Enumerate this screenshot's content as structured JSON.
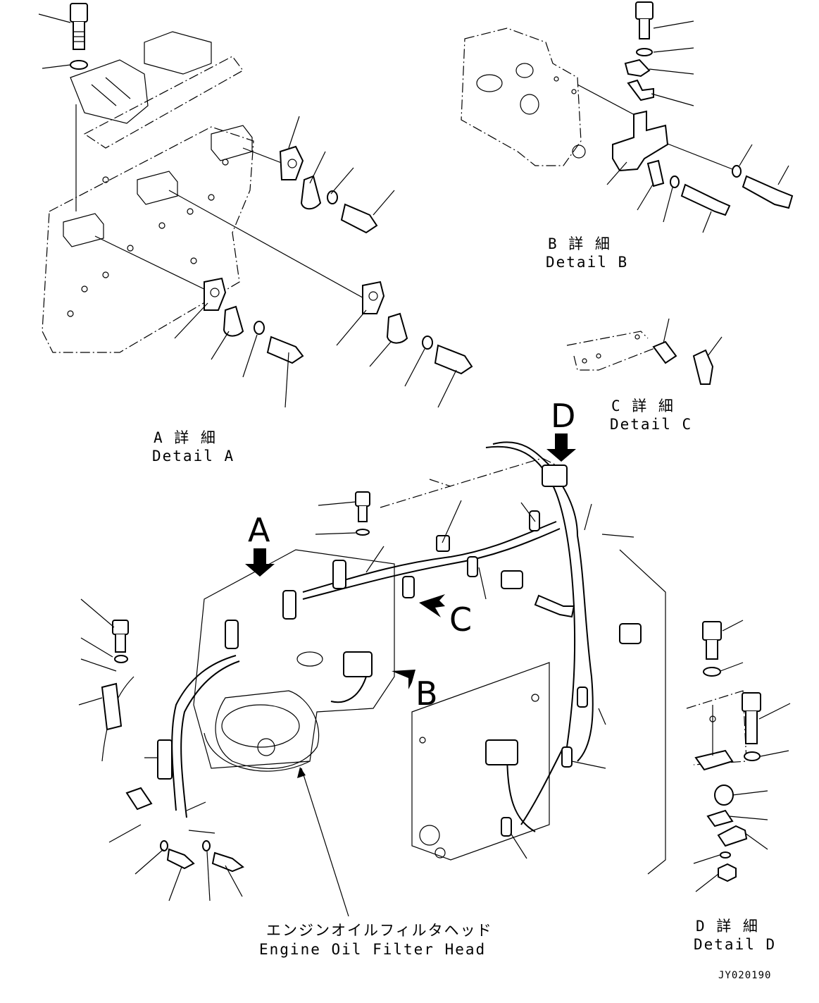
{
  "detail_labels": {
    "a": {
      "jp": "A 詳 細",
      "en": "Detail A"
    },
    "b": {
      "jp": "B 詳 細",
      "en": "Detail B"
    },
    "c": {
      "jp": "C 詳 細",
      "en": "Detail C"
    },
    "d": {
      "jp": "D 詳 細",
      "en": "Detail D"
    }
  },
  "view_letters": {
    "a": "A",
    "b": "B",
    "c": "C",
    "d": "D"
  },
  "callout": {
    "jp": "エンジンオイルフィルタヘッド",
    "en": "Engine Oil Filter Head"
  },
  "drawing_code": "JY020190"
}
